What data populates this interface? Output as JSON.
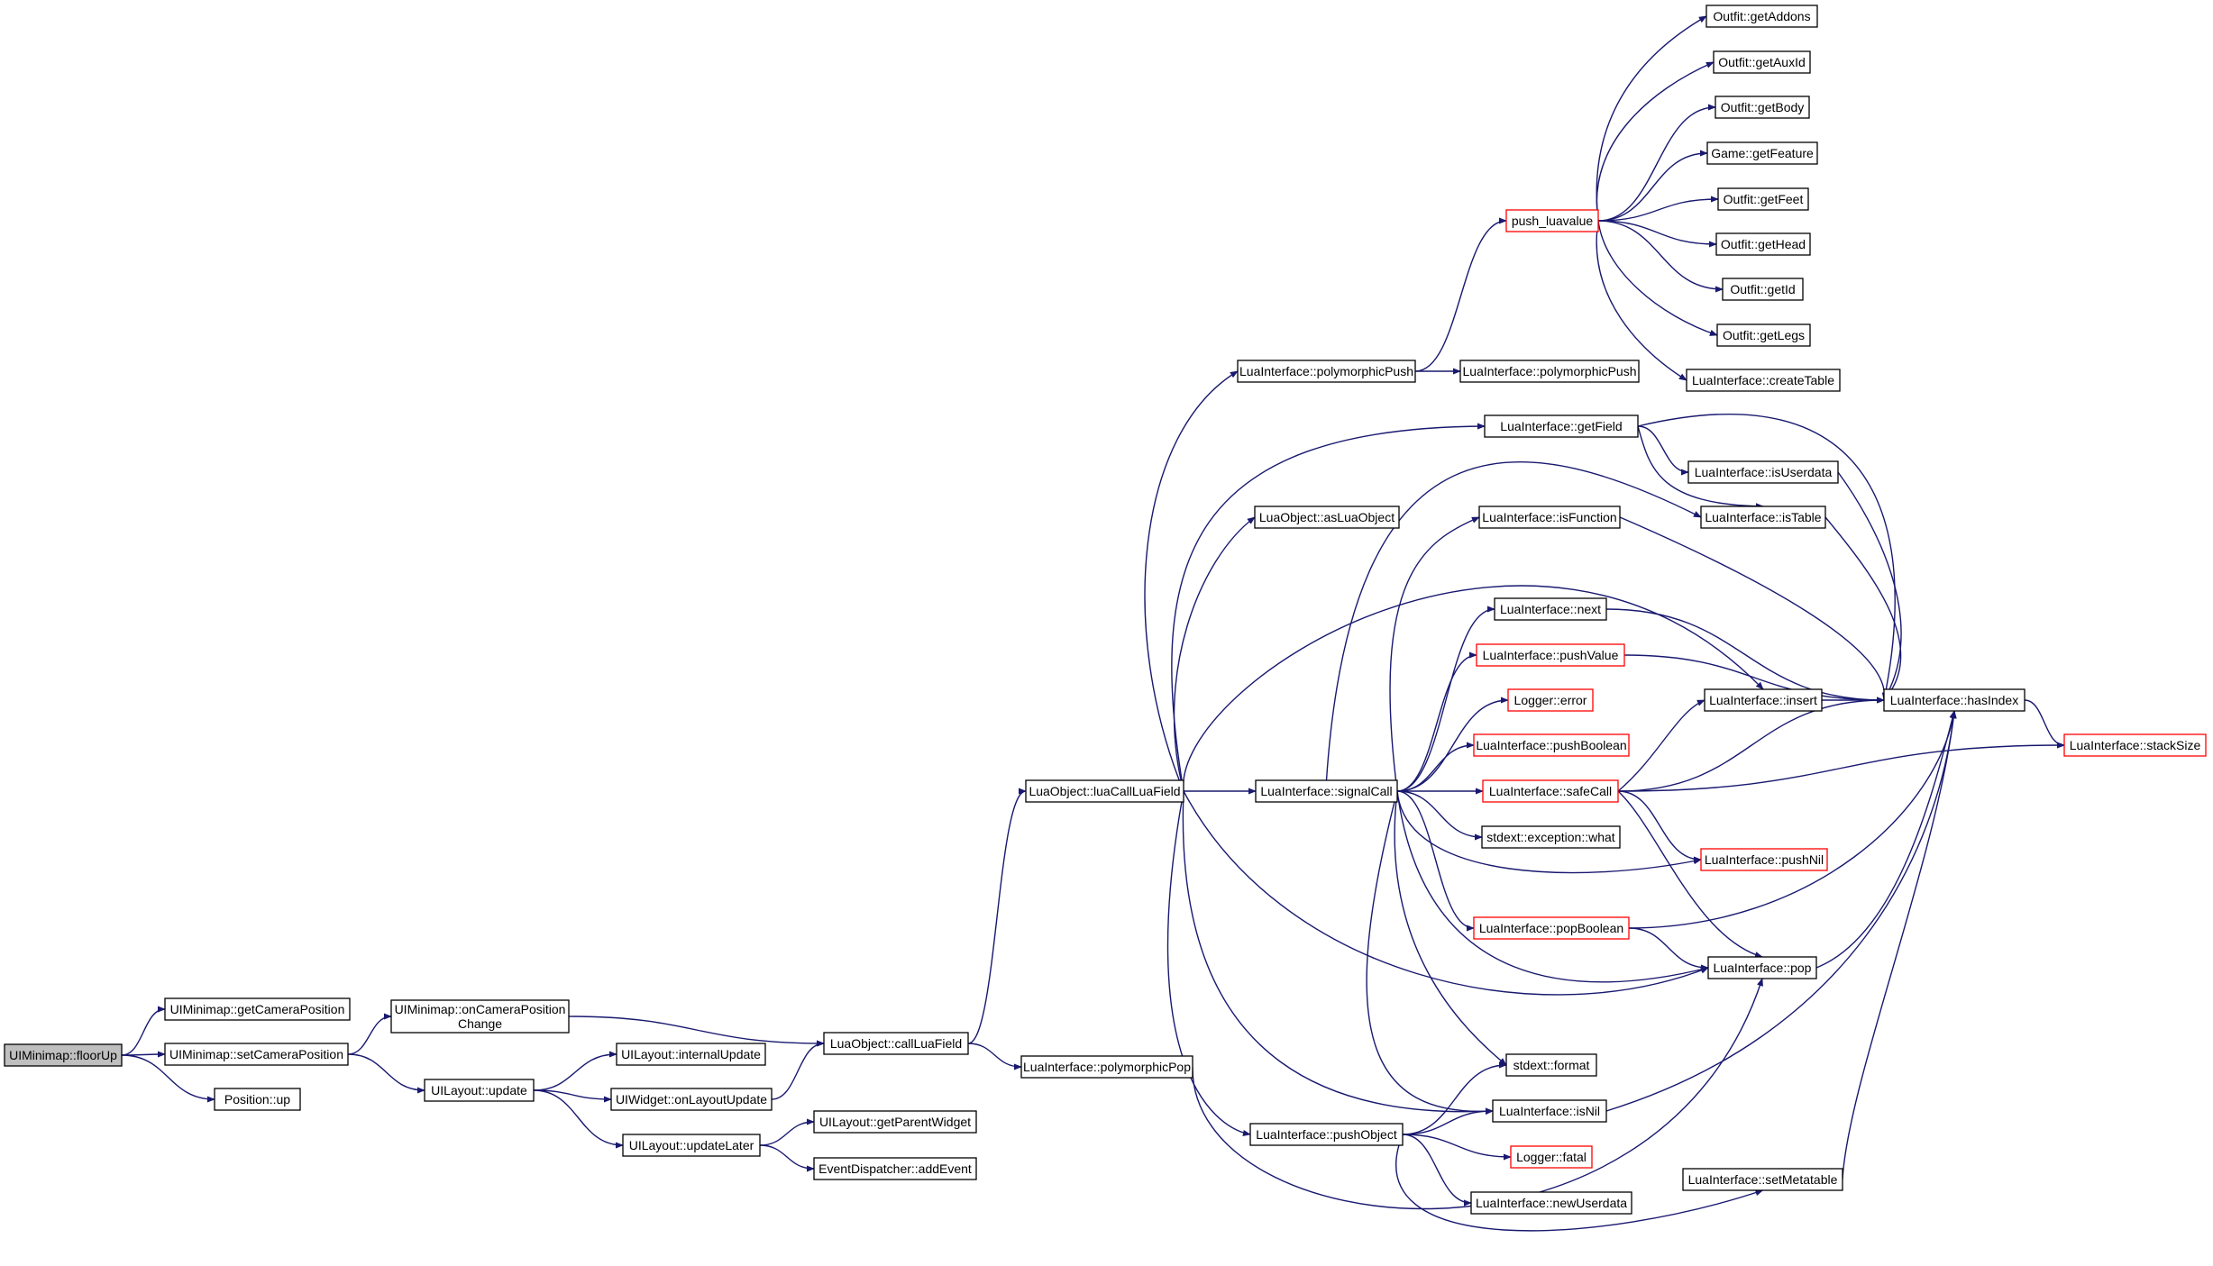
{
  "nodes": [
    {
      "id": "n_floorup",
      "label": "UIMinimap::floorUp",
      "style": "root"
    },
    {
      "id": "n_getcampos",
      "label": "UIMinimap::getCameraPosition",
      "style": "normal"
    },
    {
      "id": "n_setcampos",
      "label": "UIMinimap::setCameraPosition",
      "style": "normal"
    },
    {
      "id": "n_posup",
      "label": "Position::up",
      "style": "normal"
    },
    {
      "id": "n_oncamchange",
      "label": "UIMinimap::onCameraPosition\nChange",
      "style": "normal"
    },
    {
      "id": "n_layoutupdate",
      "label": "UILayout::update",
      "style": "normal"
    },
    {
      "id": "n_internalupdate",
      "label": "UILayout::internalUpdate",
      "style": "normal"
    },
    {
      "id": "n_onlayoutupdate",
      "label": "UIWidget::onLayoutUpdate",
      "style": "normal"
    },
    {
      "id": "n_updatelater",
      "label": "UILayout::updateLater",
      "style": "normal"
    },
    {
      "id": "n_getparentwidget",
      "label": "UILayout::getParentWidget",
      "style": "normal"
    },
    {
      "id": "n_addevent",
      "label": "EventDispatcher::addEvent",
      "style": "normal"
    },
    {
      "id": "n_callluafield",
      "label": "LuaObject::callLuaField",
      "style": "normal"
    },
    {
      "id": "n_polypop",
      "label": "LuaInterface::polymorphicPop",
      "style": "normal"
    },
    {
      "id": "n_luacallluafield",
      "label": "LuaObject::luaCallLuaField",
      "style": "normal"
    },
    {
      "id": "n_polypush",
      "label": "LuaInterface::polymorphicPush",
      "style": "normal"
    },
    {
      "id": "n_polypush2",
      "label": "LuaInterface::polymorphicPush",
      "style": "normal"
    },
    {
      "id": "n_pushluavalue",
      "label": "push_luavalue",
      "style": "red"
    },
    {
      "id": "n_getaddons",
      "label": "Outfit::getAddons",
      "style": "normal"
    },
    {
      "id": "n_getauxid",
      "label": "Outfit::getAuxId",
      "style": "normal"
    },
    {
      "id": "n_getbody",
      "label": "Outfit::getBody",
      "style": "normal"
    },
    {
      "id": "n_getfeature",
      "label": "Game::getFeature",
      "style": "normal"
    },
    {
      "id": "n_getfeet",
      "label": "Outfit::getFeet",
      "style": "normal"
    },
    {
      "id": "n_gethead",
      "label": "Outfit::getHead",
      "style": "normal"
    },
    {
      "id": "n_getid",
      "label": "Outfit::getId",
      "style": "normal"
    },
    {
      "id": "n_getlegs",
      "label": "Outfit::getLegs",
      "style": "normal"
    },
    {
      "id": "n_createtable",
      "label": "LuaInterface::createTable",
      "style": "normal"
    },
    {
      "id": "n_getfield",
      "label": "LuaInterface::getField",
      "style": "normal"
    },
    {
      "id": "n_isuserdata",
      "label": "LuaInterface::isUserdata",
      "style": "normal"
    },
    {
      "id": "n_istable",
      "label": "LuaInterface::isTable",
      "style": "normal"
    },
    {
      "id": "n_asluaobject",
      "label": "LuaObject::asLuaObject",
      "style": "normal"
    },
    {
      "id": "n_isfunction",
      "label": "LuaInterface::isFunction",
      "style": "normal"
    },
    {
      "id": "n_next",
      "label": "LuaInterface::next",
      "style": "normal"
    },
    {
      "id": "n_pushvalue",
      "label": "LuaInterface::pushValue",
      "style": "red"
    },
    {
      "id": "n_loggererror",
      "label": "Logger::error",
      "style": "red"
    },
    {
      "id": "n_pushboolean",
      "label": "LuaInterface::pushBoolean",
      "style": "red"
    },
    {
      "id": "n_signalcall",
      "label": "LuaInterface::signalCall",
      "style": "normal"
    },
    {
      "id": "n_safecall",
      "label": "LuaInterface::safeCall",
      "style": "red"
    },
    {
      "id": "n_exceptionwhat",
      "label": "stdext::exception::what",
      "style": "normal"
    },
    {
      "id": "n_insert",
      "label": "LuaInterface::insert",
      "style": "normal"
    },
    {
      "id": "n_hasindex",
      "label": "LuaInterface::hasIndex",
      "style": "normal"
    },
    {
      "id": "n_stacksize",
      "label": "LuaInterface::stackSize",
      "style": "red"
    },
    {
      "id": "n_pushnil",
      "label": "LuaInterface::pushNil",
      "style": "red"
    },
    {
      "id": "n_popboolean",
      "label": "LuaInterface::popBoolean",
      "style": "red"
    },
    {
      "id": "n_pop",
      "label": "LuaInterface::pop",
      "style": "normal"
    },
    {
      "id": "n_format",
      "label": "stdext::format",
      "style": "normal"
    },
    {
      "id": "n_isnil",
      "label": "LuaInterface::isNil",
      "style": "normal"
    },
    {
      "id": "n_pushobject",
      "label": "LuaInterface::pushObject",
      "style": "normal"
    },
    {
      "id": "n_loggerfatal",
      "label": "Logger::fatal",
      "style": "red"
    },
    {
      "id": "n_newuserdata",
      "label": "LuaInterface::newUserdata",
      "style": "normal"
    },
    {
      "id": "n_setmetatable",
      "label": "LuaInterface::setMetatable",
      "style": "normal"
    }
  ],
  "edges": [
    [
      "n_floorup",
      "n_getcampos"
    ],
    [
      "n_floorup",
      "n_setcampos"
    ],
    [
      "n_floorup",
      "n_posup"
    ],
    [
      "n_setcampos",
      "n_oncamchange"
    ],
    [
      "n_setcampos",
      "n_layoutupdate"
    ],
    [
      "n_oncamchange",
      "n_callluafield"
    ],
    [
      "n_layoutupdate",
      "n_internalupdate"
    ],
    [
      "n_layoutupdate",
      "n_onlayoutupdate"
    ],
    [
      "n_layoutupdate",
      "n_updatelater"
    ],
    [
      "n_onlayoutupdate",
      "n_callluafield"
    ],
    [
      "n_updatelater",
      "n_getparentwidget"
    ],
    [
      "n_updatelater",
      "n_addevent"
    ],
    [
      "n_callluafield",
      "n_luacallluafield"
    ],
    [
      "n_callluafield",
      "n_polypop"
    ],
    [
      "n_polypop",
      "n_pop"
    ],
    [
      "n_luacallluafield",
      "n_polypush"
    ],
    [
      "n_luacallluafield",
      "n_getfield"
    ],
    [
      "n_luacallluafield",
      "n_asluaobject"
    ],
    [
      "n_luacallluafield",
      "n_insert"
    ],
    [
      "n_luacallluafield",
      "n_signalcall"
    ],
    [
      "n_luacallluafield",
      "n_pop"
    ],
    [
      "n_luacallluafield",
      "n_isnil"
    ],
    [
      "n_luacallluafield",
      "n_pushobject"
    ],
    [
      "n_polypush",
      "n_polypush2"
    ],
    [
      "n_polypush",
      "n_pushluavalue"
    ],
    [
      "n_pushluavalue",
      "n_getaddons"
    ],
    [
      "n_pushluavalue",
      "n_getauxid"
    ],
    [
      "n_pushluavalue",
      "n_getbody"
    ],
    [
      "n_pushluavalue",
      "n_getfeature"
    ],
    [
      "n_pushluavalue",
      "n_getfeet"
    ],
    [
      "n_pushluavalue",
      "n_gethead"
    ],
    [
      "n_pushluavalue",
      "n_getid"
    ],
    [
      "n_pushluavalue",
      "n_getlegs"
    ],
    [
      "n_pushluavalue",
      "n_createtable"
    ],
    [
      "n_getfield",
      "n_isuserdata"
    ],
    [
      "n_getfield",
      "n_istable"
    ],
    [
      "n_getfield",
      "n_hasindex"
    ],
    [
      "n_isuserdata",
      "n_hasindex"
    ],
    [
      "n_istable",
      "n_hasindex"
    ],
    [
      "n_isfunction",
      "n_hasindex"
    ],
    [
      "n_next",
      "n_hasindex"
    ],
    [
      "n_pushvalue",
      "n_hasindex"
    ],
    [
      "n_insert",
      "n_hasindex"
    ],
    [
      "n_safecall",
      "n_hasindex"
    ],
    [
      "n_safecall",
      "n_insert"
    ],
    [
      "n_safecall",
      "n_stacksize"
    ],
    [
      "n_safecall",
      "n_pushnil"
    ],
    [
      "n_safecall",
      "n_pop"
    ],
    [
      "n_hasindex",
      "n_stacksize"
    ],
    [
      "n_signalcall",
      "n_istable"
    ],
    [
      "n_signalcall",
      "n_isfunction"
    ],
    [
      "n_signalcall",
      "n_next"
    ],
    [
      "n_signalcall",
      "n_pushvalue"
    ],
    [
      "n_signalcall",
      "n_loggererror"
    ],
    [
      "n_signalcall",
      "n_pushboolean"
    ],
    [
      "n_signalcall",
      "n_safecall"
    ],
    [
      "n_signalcall",
      "n_exceptionwhat"
    ],
    [
      "n_signalcall",
      "n_pushnil"
    ],
    [
      "n_signalcall",
      "n_popboolean"
    ],
    [
      "n_signalcall",
      "n_pop"
    ],
    [
      "n_signalcall",
      "n_format"
    ],
    [
      "n_signalcall",
      "n_isnil"
    ],
    [
      "n_popboolean",
      "n_hasindex"
    ],
    [
      "n_popboolean",
      "n_pop"
    ],
    [
      "n_pop",
      "n_hasindex"
    ],
    [
      "n_isnil",
      "n_hasindex"
    ],
    [
      "n_setmetatable",
      "n_hasindex"
    ],
    [
      "n_pushobject",
      "n_format"
    ],
    [
      "n_pushobject",
      "n_isnil"
    ],
    [
      "n_pushobject",
      "n_loggerfatal"
    ],
    [
      "n_pushobject",
      "n_newuserdata"
    ],
    [
      "n_pushobject",
      "n_setmetatable"
    ]
  ],
  "colors": {
    "edge": "#191970",
    "node_border": "#000000",
    "node_border_red": "#ff0000",
    "root_fill": "#bfbfbf",
    "node_fill": "#ffffff"
  }
}
